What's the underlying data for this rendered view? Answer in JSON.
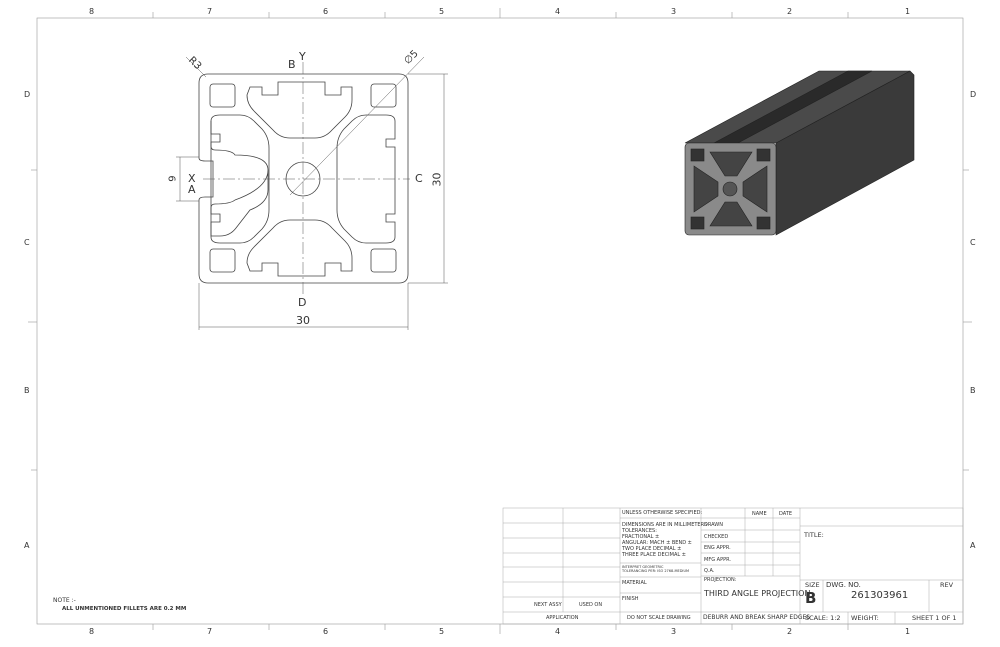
{
  "zones": {
    "columns": [
      "8",
      "7",
      "6",
      "5",
      "4",
      "3",
      "2",
      "1"
    ],
    "rows": [
      "D",
      "C",
      "B",
      "A"
    ]
  },
  "front_view": {
    "labels": {
      "y": "Y",
      "b": "B",
      "x": "X",
      "a": "A",
      "c": "C",
      "d": "D"
    },
    "dims": {
      "radius": "R3",
      "diameter": "∅5",
      "slot": "6",
      "height": "30",
      "width": "30"
    }
  },
  "note": {
    "heading": "NOTE :-",
    "text": "ALL UNMENTIONED FILLETS ARE 0.2 MM"
  },
  "title_block": {
    "unless": "UNLESS OTHERWISE SPECIFIED:",
    "tolerances": [
      "DIMENSIONS ARE IN MILLIMETERS",
      "TOLERANCES:",
      "FRACTIONAL ±",
      "ANGULAR: MACH ±    BEND ±",
      "TWO PLACE DECIMAL   ±",
      "THREE PLACE DECIMAL  ±"
    ],
    "interpret": [
      "INTERPRET GEOMETRIC",
      "TOLERANCING PER: ISO 2768-MEDIUM"
    ],
    "material": "MATERIAL",
    "finish": "FINISH",
    "next_assy": "NEXT ASSY",
    "used_on": "USED ON",
    "application": "APPLICATION",
    "do_not_scale": "DO NOT SCALE DRAWING",
    "name": "NAME",
    "date": "DATE",
    "rows": [
      "DRAWN",
      "CHECKED",
      "ENG APPR.",
      "MFG APPR.",
      "Q.A."
    ],
    "projection_label": "PROJECTION:",
    "projection": "THIRD ANGLE PROJECTION",
    "deburr": "DEBURR AND BREAK SHARP EDGES",
    "title": "TITLE:",
    "size_label": "SIZE",
    "size": "B",
    "dwg_label": "DWG.  NO.",
    "dwg_no": "261303961",
    "rev": "REV",
    "scale": "SCALE: 1:2",
    "weight": "WEIGHT:",
    "sheet": "SHEET 1 OF 1"
  }
}
